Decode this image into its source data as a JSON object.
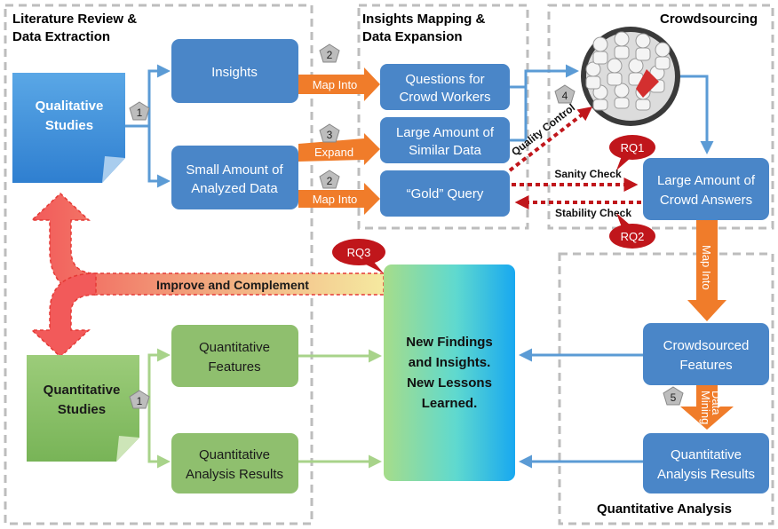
{
  "sections": {
    "lit_review": [
      "Literature Review &",
      "Data Extraction"
    ],
    "insights_mapping": [
      "Insights Mapping &",
      "Data Expansion"
    ],
    "crowdsourcing": "Crowdsourcing",
    "quant_analysis": "Quantitative Analysis"
  },
  "nodes": {
    "qualitative": [
      "Qualitative",
      "Studies"
    ],
    "insights": "Insights",
    "small_data": [
      "Small Amount of",
      "Analyzed Data"
    ],
    "questions": [
      "Questions for",
      "Crowd Workers"
    ],
    "large_similar": [
      "Large Amount of",
      "Similar Data"
    ],
    "gold_query": "“Gold” Query",
    "crowd_answers": [
      "Large Amount of",
      "Crowd Answers"
    ],
    "crowd_features": [
      "Crowdsourced",
      "Features"
    ],
    "quant_results_right": [
      "Quantitative",
      "Analysis Results"
    ],
    "new_findings": [
      "New Findings",
      "and Insights.",
      "New Lessons",
      "Learned."
    ],
    "quantitative": [
      "Quantitative",
      "Studies"
    ],
    "quant_features": [
      "Quantitative",
      "Features"
    ],
    "quant_results_left": [
      "Quantitative",
      "Analysis Results"
    ]
  },
  "arrow_labels": {
    "map_into_1": "Map Into",
    "expand": "Expand",
    "map_into_2": "Map Into",
    "map_into_vertical": "Map Into",
    "data_mining": [
      "Data",
      "Mining"
    ],
    "quality_control": "Quality Control",
    "sanity_check": "Sanity Check",
    "stability_check": "Stability Check",
    "improve": "Improve and Complement"
  },
  "steps": {
    "s1_top": "1",
    "s2_top": "2",
    "s3": "3",
    "s2_bottom": "2",
    "s4": "4",
    "s5": "5",
    "s1_bottom": "1"
  },
  "badges": {
    "rq1": "RQ1",
    "rq2": "RQ2",
    "rq3": "RQ3"
  },
  "colors": {
    "blue_box": "#4a86c8",
    "green_box": "#8fbf6e",
    "orange_arrow": "#f07c2a",
    "red_badge": "#c0161b",
    "dark_red_arrow": "#c0161b",
    "light_green_arrow": "#a8d38a",
    "blue_arrow": "#5b9bd5"
  }
}
